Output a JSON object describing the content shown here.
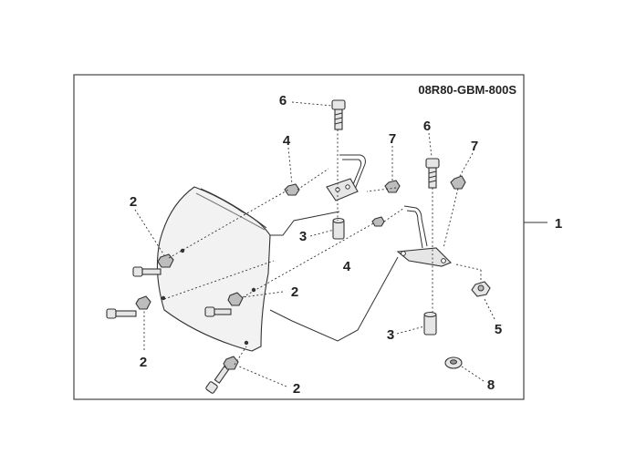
{
  "diagram": {
    "part_code": "08R80-GBM-800S",
    "assembly_ref": "1",
    "callouts": {
      "bolt_top": "6",
      "bolt_right": "6",
      "nut_a": "4",
      "nut_b": "4",
      "clip_a": "7",
      "clip_b": "7",
      "bolt_left": "2",
      "bolt_mid": "2",
      "bolt_lower_left": "2",
      "bolt_bottom": "2",
      "collar_a": "3",
      "collar_b": "3",
      "cap_nut": "5",
      "washer": "8"
    }
  }
}
